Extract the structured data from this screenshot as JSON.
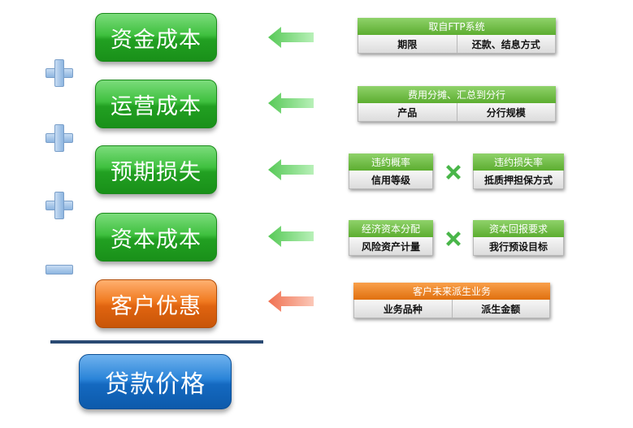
{
  "main_items": [
    {
      "label": "资金成本",
      "color": "#2fb02f"
    },
    {
      "label": "运营成本",
      "color": "#2fb02f"
    },
    {
      "label": "预期损失",
      "color": "#2fb02f"
    },
    {
      "label": "资本成本",
      "color": "#2fb02f"
    },
    {
      "label": "客户优惠",
      "color": "#f07a20"
    }
  ],
  "operators": [
    "plus",
    "plus",
    "plus",
    "minus"
  ],
  "result": {
    "label": "贷款价格",
    "color": "#1a75cc"
  },
  "details": {
    "row1": {
      "title": "取自FTP系统",
      "cells": [
        "期限",
        "还款、结息方式"
      ]
    },
    "row2": {
      "title": "费用分摊、汇总到分行",
      "cells": [
        "产品",
        "分行规模"
      ]
    },
    "row3": {
      "left": {
        "title": "违约概率",
        "cell": "信用等级"
      },
      "right": {
        "title": "违约损失率",
        "cell": "抵质押担保方式"
      }
    },
    "row4": {
      "left": {
        "title": "经济资本分配",
        "cell": "风险资产计量"
      },
      "right": {
        "title": "资本回报要求",
        "cell": "我行预设目标"
      }
    },
    "row5": {
      "title": "客户未来派生业务",
      "cells": [
        "业务品种",
        "派生金额"
      ]
    }
  },
  "colors": {
    "green": "#5cad30",
    "orange": "#e0700f",
    "blue": "#1a75cc",
    "arrow_green": "#8fe08f",
    "arrow_orange": "#f39a7a",
    "times_green": "#49b649"
  }
}
